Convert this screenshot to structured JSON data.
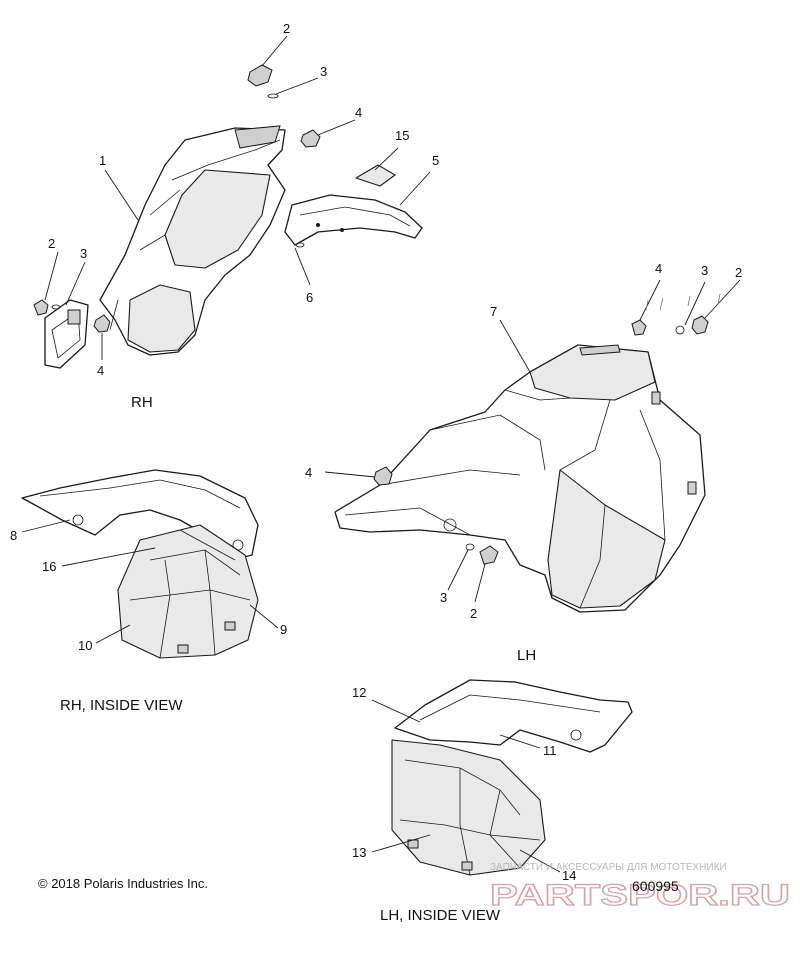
{
  "callouts": {
    "rh": [
      "2",
      "3",
      "4",
      "15",
      "5",
      "1",
      "2",
      "3",
      "4",
      "6"
    ],
    "lh": [
      "4",
      "3",
      "2",
      "7",
      "4",
      "3",
      "2"
    ],
    "rh_inside": [
      "8",
      "16",
      "10",
      "9"
    ],
    "lh_inside": [
      "12",
      "11",
      "13",
      "14"
    ]
  },
  "views": {
    "rh": "RH",
    "lh": "LH",
    "rh_inside": "RH, INSIDE VIEW",
    "lh_inside": "LH, INSIDE VIEW"
  },
  "copyright": "© 2018 Polaris Industries Inc.",
  "diagram_number": "600995",
  "watermark": {
    "tagline": "ЗАПЧАСТИ И АКСЕССУАРЫ ДЛЯ МОТОТЕХНИКИ",
    "brand": "PARTSPOR.RU"
  }
}
